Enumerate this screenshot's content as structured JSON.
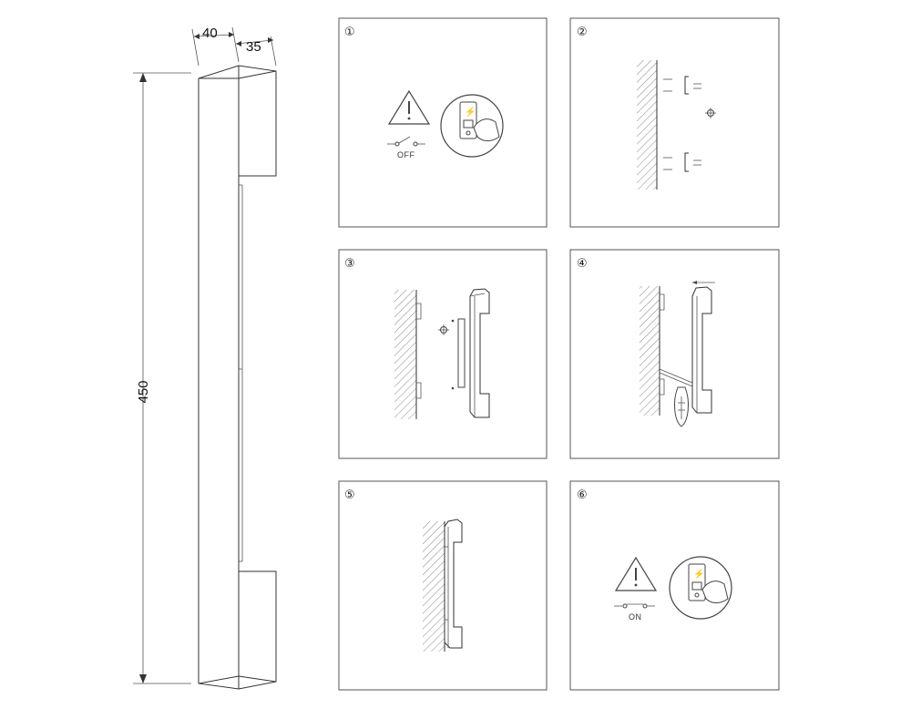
{
  "dimensions": {
    "depth_a": "40",
    "depth_b": "35",
    "height": "450"
  },
  "steps": [
    {
      "number": "①",
      "state_label": "OFF"
    },
    {
      "number": "②"
    },
    {
      "number": "③"
    },
    {
      "number": "④"
    },
    {
      "number": "⑤"
    },
    {
      "number": "⑥",
      "state_label": "ON"
    }
  ]
}
